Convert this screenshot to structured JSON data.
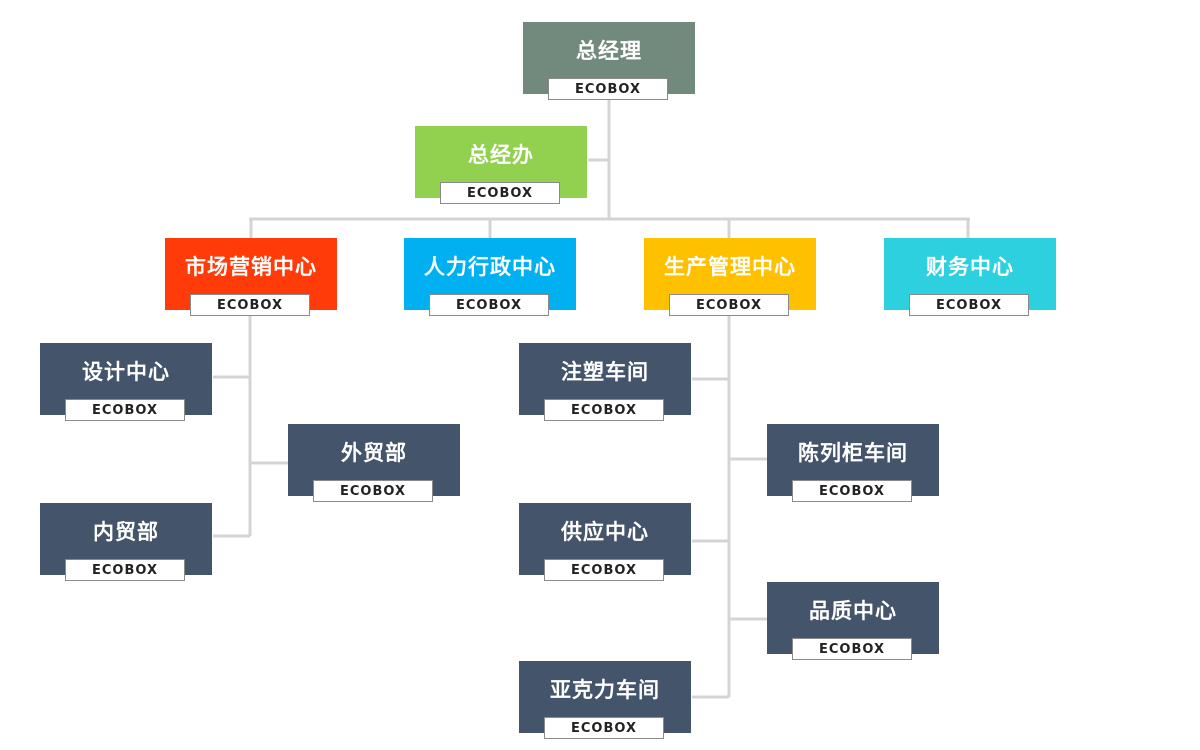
{
  "colors": {
    "connector": "#d4d4d4",
    "gm": "#728a7d",
    "office": "#92d050",
    "marketing": "#ff3b0a",
    "hr": "#00b0f0",
    "production": "#ffc000",
    "finance": "#2dd0de",
    "department": "#44546a"
  },
  "nodes": {
    "gm": {
      "title": "总经理",
      "sub": "ECOBOX"
    },
    "office": {
      "title": "总经办",
      "sub": "ECOBOX"
    },
    "marketing": {
      "title": "市场营销中心",
      "sub": "ECOBOX"
    },
    "hr": {
      "title": "人力行政中心",
      "sub": "ECOBOX"
    },
    "production": {
      "title": "生产管理中心",
      "sub": "ECOBOX"
    },
    "finance": {
      "title": "财务中心",
      "sub": "ECOBOX"
    },
    "design": {
      "title": "设计中心",
      "sub": "ECOBOX"
    },
    "foreign_trade": {
      "title": "外贸部",
      "sub": "ECOBOX"
    },
    "domestic_trade": {
      "title": "内贸部",
      "sub": "ECOBOX"
    },
    "injection": {
      "title": "注塑车间",
      "sub": "ECOBOX"
    },
    "cabinet": {
      "title": "陈列柜车间",
      "sub": "ECOBOX"
    },
    "supply": {
      "title": "供应中心",
      "sub": "ECOBOX"
    },
    "quality": {
      "title": "品质中心",
      "sub": "ECOBOX"
    },
    "acrylic": {
      "title": "亚克力车间",
      "sub": "ECOBOX"
    }
  }
}
